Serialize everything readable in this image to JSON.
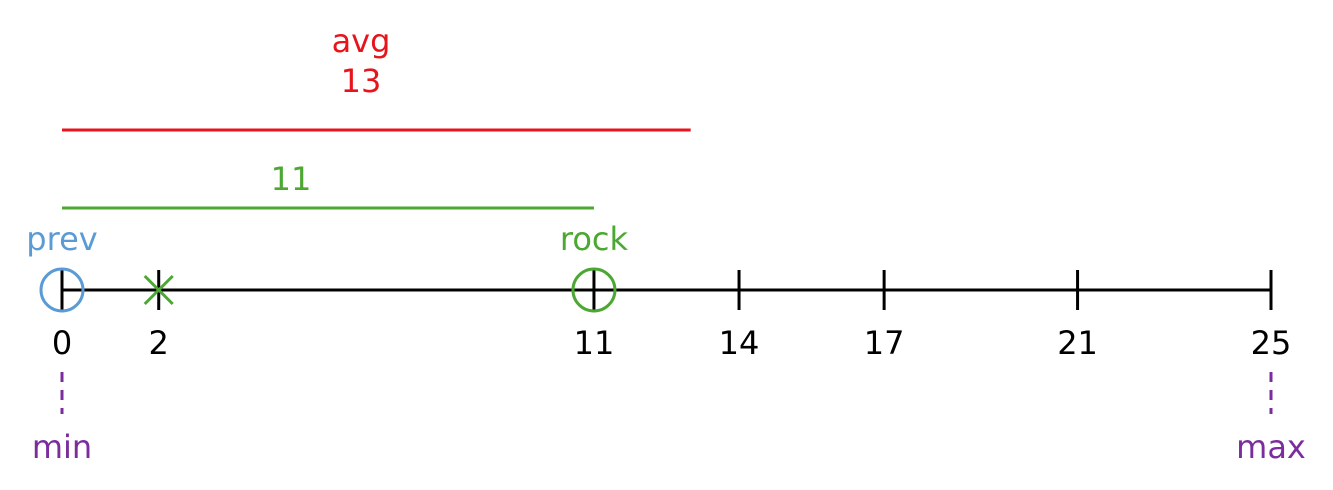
{
  "colors": {
    "axis": "#000000",
    "avg": "#e8141c",
    "rock": "#4ca832",
    "prev": "#5b9bd5",
    "bound": "#7b2d9e"
  },
  "chart_data": {
    "type": "number-line",
    "ticks": [
      {
        "value": 0,
        "label": "0"
      },
      {
        "value": 2,
        "label": "2"
      },
      {
        "value": 11,
        "label": "11"
      },
      {
        "value": 14,
        "label": "14"
      },
      {
        "value": 17,
        "label": "17"
      },
      {
        "value": 21,
        "label": "21"
      },
      {
        "value": 25,
        "label": "25"
      }
    ],
    "markers": {
      "prev": {
        "value": 0,
        "label": "prev",
        "shape": "circle"
      },
      "rock": {
        "value": 11,
        "label": "rock",
        "shape": "circle"
      },
      "cross": {
        "value": 2,
        "shape": "cross"
      }
    },
    "segments": {
      "avg": {
        "from": 0,
        "to": 13,
        "title": "avg",
        "label": "13"
      },
      "rock_distance": {
        "from": 0,
        "to": 11,
        "label": "11"
      }
    },
    "bounds": {
      "min": {
        "value": 0,
        "label": "min"
      },
      "max": {
        "value": 25,
        "label": "max"
      }
    }
  }
}
